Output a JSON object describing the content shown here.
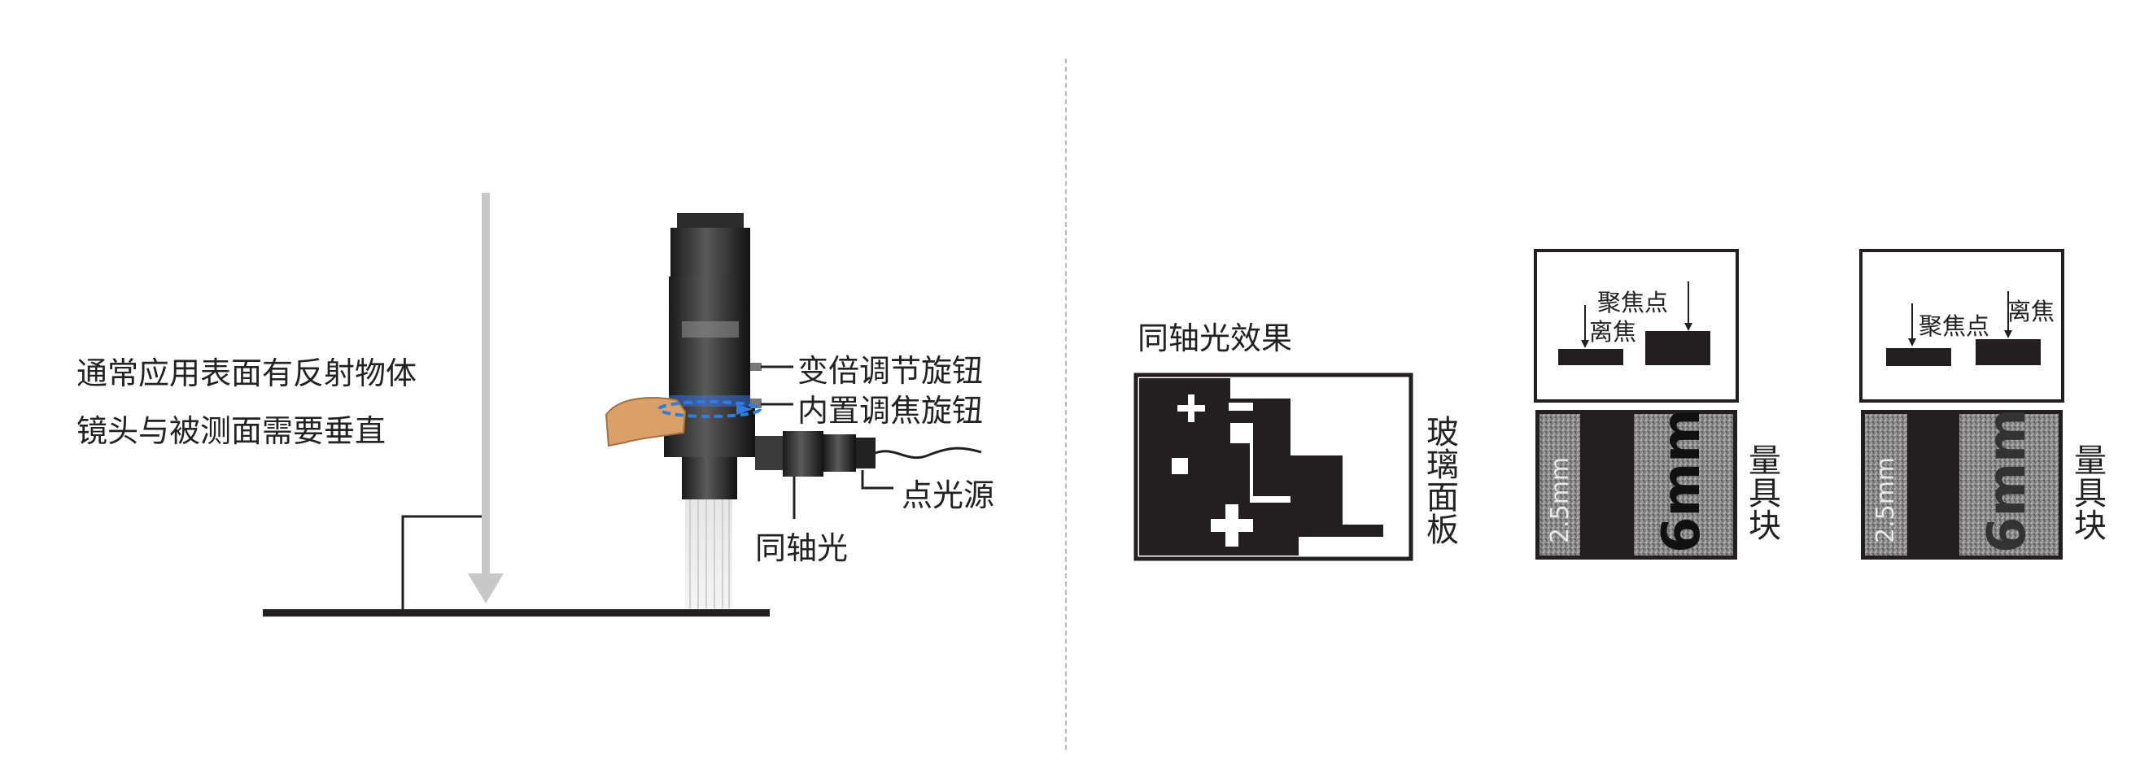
{
  "left": {
    "desc_line1": "通常应用表面有反射物体",
    "desc_line2": "镜头与被测面需要垂直",
    "labels": {
      "zoom_knob": "变倍调节旋钮",
      "focus_knob": "内置调焦旋钮",
      "point_light": "点光源",
      "coaxial_light": "同轴光"
    }
  },
  "right": {
    "effect_title": "同轴光效果",
    "glass_panel_label": "玻璃面板",
    "gauge_block_label": "量具块",
    "diagram1": {
      "focus_label": "聚焦点",
      "defocus_label": "离焦"
    },
    "diagram2": {
      "focus_label": "聚焦点",
      "defocus_label": "离焦"
    },
    "block_text": {
      "left": "2.5mm",
      "right": "6mm"
    }
  },
  "colors": {
    "dark": "#231f20",
    "arrow_gray": "#c8c8c8",
    "divider": "#bbbbbb",
    "hand": "#d9a06a"
  }
}
